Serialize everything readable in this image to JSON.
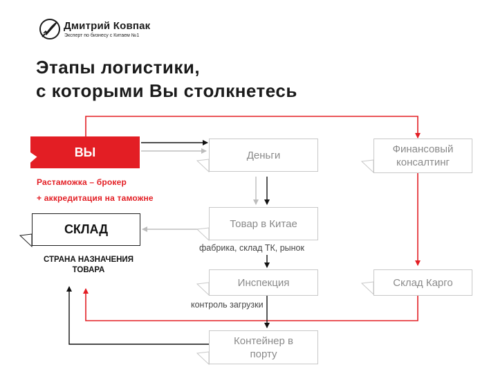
{
  "brand": {
    "name": "Дмитрий Ковпак",
    "tagline": "Эксперт по бизнесу с Китаем №1"
  },
  "title": {
    "line1": "Этапы логистики,",
    "line2": "с которыми Вы столкнетесь"
  },
  "nodes": {
    "you": "ВЫ",
    "warehouse": "СКЛАД",
    "money": "Деньги",
    "goods_china": "Товар в Китае",
    "inspection": "Инспекция",
    "container": "Контейнер в порту",
    "finance": "Финансовый консалтинг",
    "cargo": "Склад Карго"
  },
  "notes": {
    "customs": "Растаможка – брокер",
    "accreditation": "+ аккредитация на таможне",
    "destination": "СТРАНА НАЗНАЧЕНИЯ ТОВАРА",
    "factory": "фабрика, склад ТК, рынок",
    "loading": "контроль загрузки"
  },
  "colors": {
    "accent": "#e31e24",
    "dark": "#1e1e1e",
    "muted": "#c8c8c8"
  }
}
